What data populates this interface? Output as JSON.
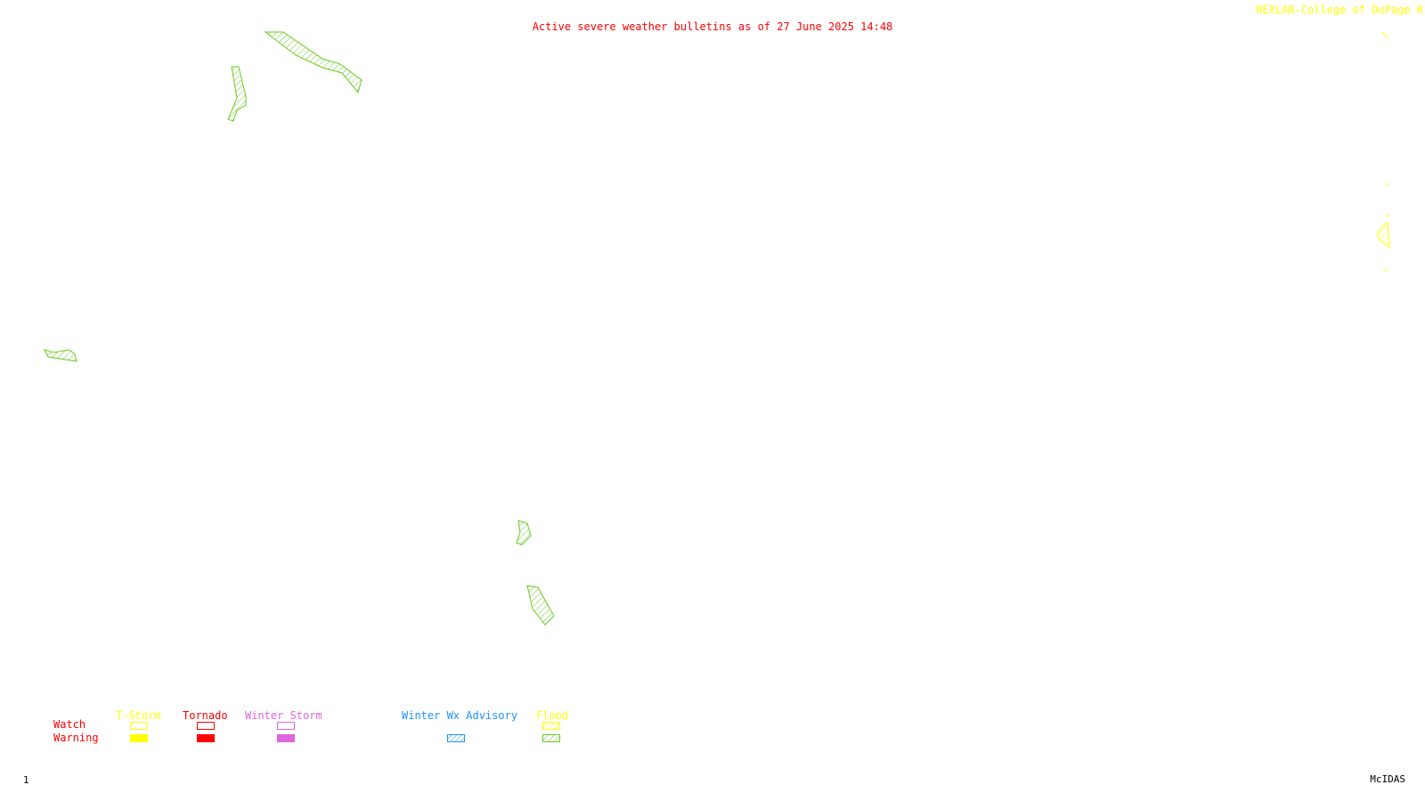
{
  "header": {
    "title": "Active severe weather bulletins as of 27 June 2025 14:48",
    "credit": "NEXLAB-College of DuPage R"
  },
  "colors": {
    "title": "#ff0000",
    "credit": "#ffff00",
    "tstorm": "#ffff00",
    "tornado": "#ff0000",
    "winter_storm": "#dd66dd",
    "winter_advisory": "#1e90ff",
    "flood": "#66cc22",
    "flood_watch": "#ffff00"
  },
  "legend": {
    "row_labels": {
      "watch": "Watch",
      "warning": "Warning"
    },
    "categories": [
      {
        "id": "tstorm",
        "label": "T-Storm",
        "color": "#ffff00",
        "watch_style": "outline",
        "warning_style": "filled"
      },
      {
        "id": "tornado",
        "label": "Tornado",
        "color": "#ff0000",
        "watch_style": "outline",
        "warning_style": "filled"
      },
      {
        "id": "winter-storm",
        "label": "Winter Storm",
        "color": "#dd66dd",
        "watch_style": "outline",
        "warning_style": "filled"
      },
      {
        "id": "winter-wx-advisory",
        "label": "Winter Wx Advisory",
        "color": "#1e90ff",
        "watch_style": "none",
        "warning_style": "hatched"
      },
      {
        "id": "flood",
        "label": "Flood",
        "color": "#66cc22",
        "watch_style": "hatched-yellow",
        "warning_style": "hatched"
      }
    ]
  },
  "footer": {
    "frame_number": "1",
    "software": "McIDAS"
  },
  "bulletins": [
    {
      "type": "flood-warning",
      "color": "#66cc22"
    },
    {
      "type": "flood-warning",
      "color": "#66cc22"
    },
    {
      "type": "flood-warning",
      "color": "#66cc22"
    },
    {
      "type": "flood-warning",
      "color": "#66cc22"
    },
    {
      "type": "flood-warning",
      "color": "#66cc22"
    },
    {
      "type": "flood-watch",
      "color": "#ffff00"
    }
  ]
}
